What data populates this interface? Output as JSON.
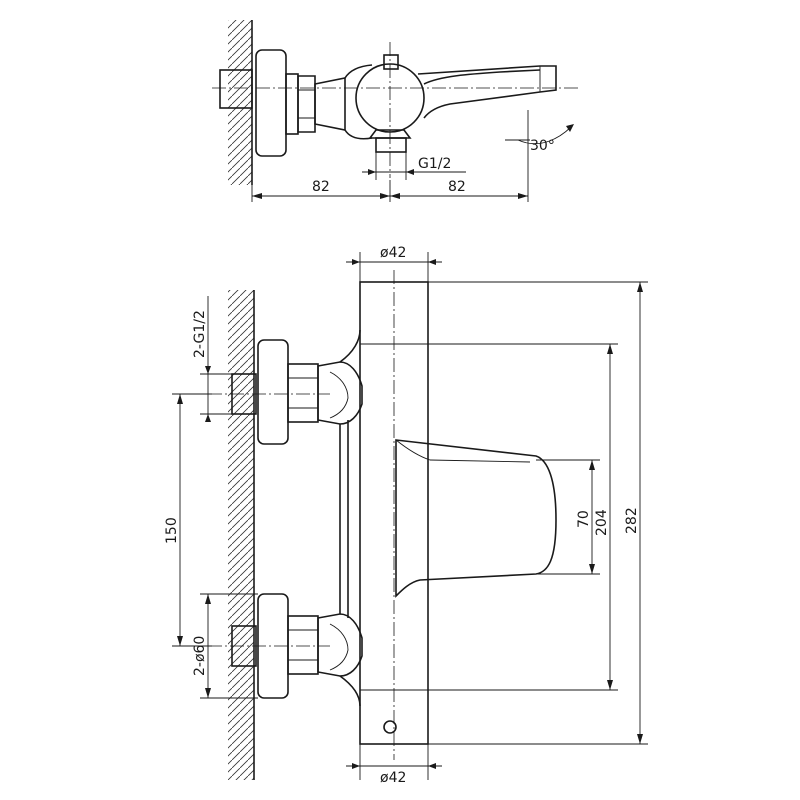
{
  "top_view": {
    "dim_left": "82",
    "dim_right": "82",
    "thread": "G1/2",
    "angle": "30°"
  },
  "front_view": {
    "top_diameter": "ø42",
    "bottom_diameter": "ø42",
    "inlet_thread": "2-G1/2",
    "inlet_spacing": "150",
    "flange_diameter": "2-ø60",
    "spout_height": "70",
    "body_span": "204",
    "overall_height": "282"
  }
}
